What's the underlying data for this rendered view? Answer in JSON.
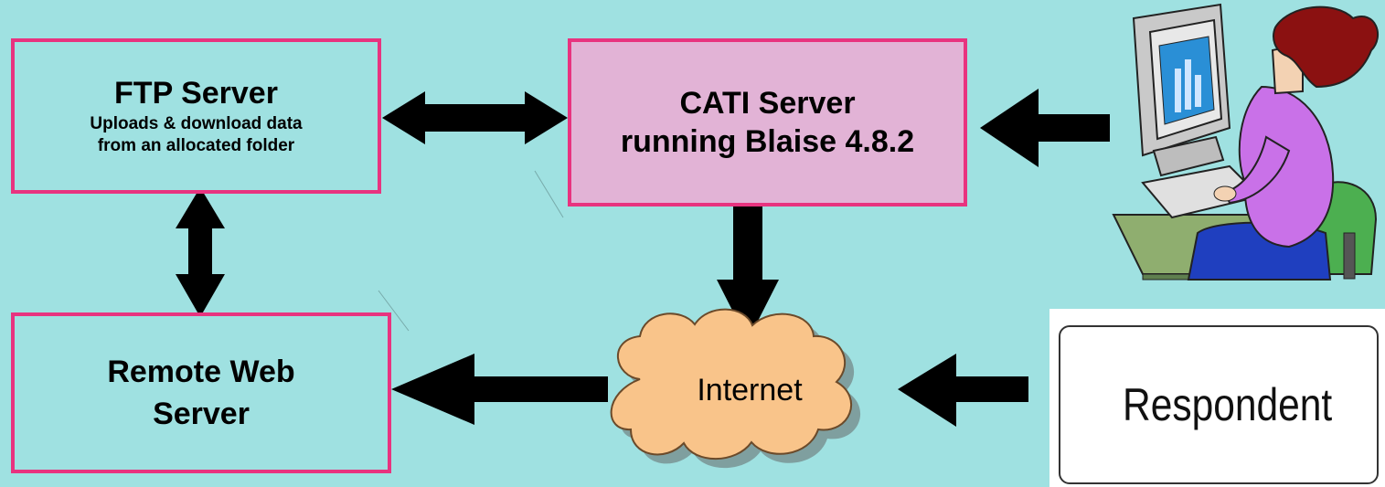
{
  "nodes": {
    "ftp": {
      "title": "FTP Server",
      "subtitle_line1": "Uploads & download data",
      "subtitle_line2": "from an allocated folder"
    },
    "cati": {
      "title_line1": "CATI Server",
      "title_line2": "running Blaise 4.8.2"
    },
    "remote": {
      "title_line1": "Remote Web",
      "title_line2": "Server"
    },
    "internet": {
      "label": "Internet"
    },
    "respondent": {
      "label": "Respondent"
    }
  },
  "colors": {
    "background": "#9fe1e1",
    "box_border": "#e8337f",
    "cati_fill": "#e2b3d6",
    "cloud_fill": "#f9c48a",
    "arrow": "#000000"
  },
  "icons": [
    "computer-operator-icon",
    "stick-figure-icon",
    "cloud-icon"
  ]
}
